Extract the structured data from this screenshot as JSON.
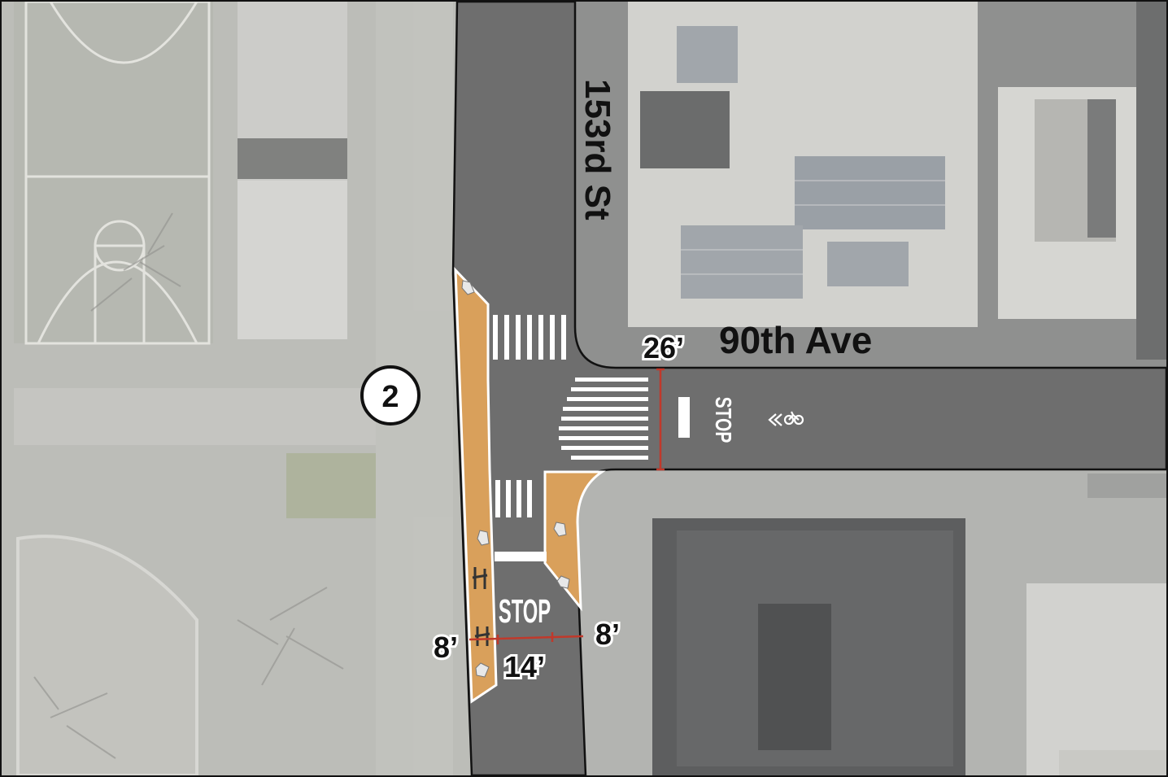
{
  "map": {
    "streets": {
      "north_south": "153rd St",
      "east_west": "90th Ave"
    },
    "marker": {
      "number": "2"
    },
    "dimensions": {
      "ew_road_width": "26’",
      "sb_bike_lane": "8’",
      "travel_lane": "14’",
      "nb_bike_lane": "8’"
    },
    "pavement_text": {
      "stop_south": "STOP",
      "stop_east": "STOP"
    },
    "colors": {
      "road": "#6e6e6e",
      "bike_lane": "#d9a05b",
      "dimension_line": "#c0392b",
      "roof": "#d3d3cf",
      "shadow": "#5f6061",
      "park": "#b4b7ad"
    },
    "icons": [
      "bike-icon",
      "sharrow-chevron-icon"
    ]
  }
}
